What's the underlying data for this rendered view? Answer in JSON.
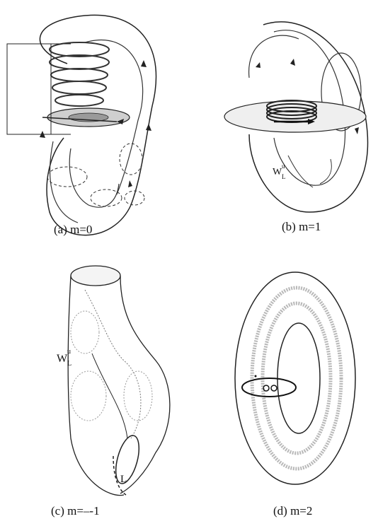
{
  "figure": {
    "panels": [
      {
        "id": "a",
        "caption": "(a) m=0",
        "labels": []
      },
      {
        "id": "b",
        "caption": "(b) m=1",
        "labels": [
          "W",
          "u",
          "L"
        ]
      },
      {
        "id": "c",
        "caption": "(c)  m=–-1",
        "labels": [
          "W",
          "u",
          "L",
          "L"
        ]
      },
      {
        "id": "d",
        "caption": "(d)  m=2",
        "labels": []
      }
    ]
  }
}
